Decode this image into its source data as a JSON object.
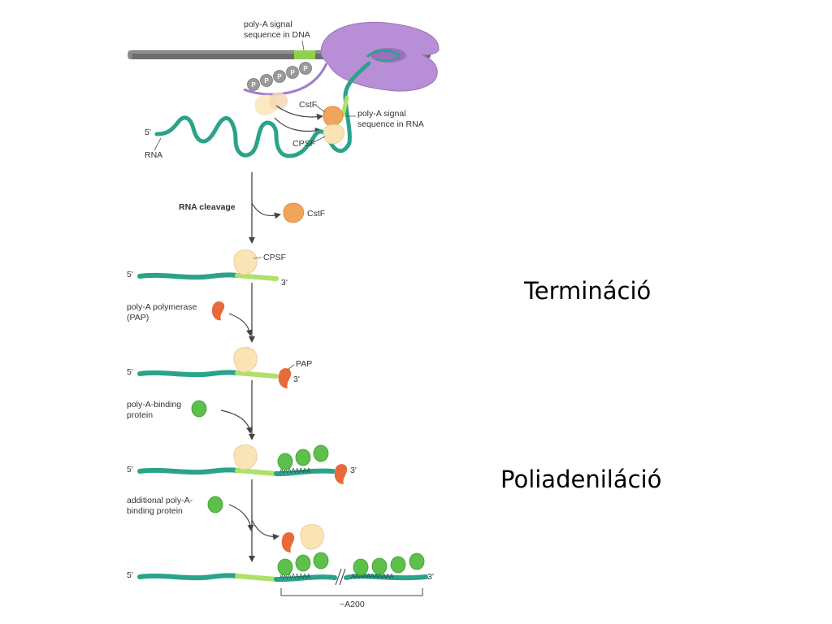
{
  "colors": {
    "rna": "#2aa38a",
    "rna_signal": "#aee06a",
    "dna": "#6d6d6d",
    "dna_signal": "#8fd14f",
    "polymerase": "#b88fd6",
    "cstf": "#efa65a",
    "cpsf": "#fae3b4",
    "pap": "#e8693a",
    "pabp": "#5cc04a",
    "phospho": "#9a9a9a"
  },
  "icons": [
    "rna-polymerase-icon",
    "phosphate-icon",
    "cstf-icon",
    "cpsf-icon",
    "pap-icon",
    "poly-a-binding-protein-icon",
    "arrow-icon"
  ],
  "labels": {
    "polya_signal_dna": [
      "poly-A signal",
      "sequence in DNA"
    ],
    "polya_signal_rna": [
      "poly-A signal",
      "sequence in RNA"
    ],
    "cstf": "CstF",
    "cpsf": "CPSF",
    "five_prime": "5'",
    "three_prime": "3'",
    "rna": "RNA",
    "phosphate": "P",
    "rna_cleavage": "RNA cleavage",
    "pap_factor": [
      "poly-A polymerase",
      "(PAP)"
    ],
    "pap": "PAP",
    "pabp": [
      "poly-A-binding",
      "protein"
    ],
    "additional_pabp": [
      "additional poly-A-",
      "binding protein"
    ],
    "poly_a_tail": "AAAAAAAA",
    "poly_a_tail_long": "AAAAAAAAAAA",
    "tail_length": "~A200"
  },
  "titles": {
    "termination": "Termináció",
    "polyadenylation": "Poliadeniláció"
  }
}
